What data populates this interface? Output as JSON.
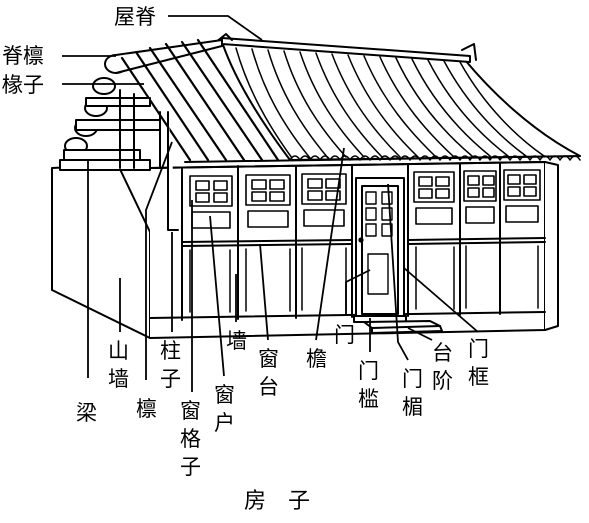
{
  "diagram": {
    "caption": "房　子",
    "labels": {
      "ridge": "屋脊",
      "ridge_purlin": "脊檩",
      "rafter": "椽子",
      "gable_wall": [
        "山",
        "墙"
      ],
      "beam": "梁",
      "pillar": [
        "柱",
        "子"
      ],
      "purlin": "檩",
      "window_lattice": [
        "窗",
        "格",
        "子"
      ],
      "wall": "墙",
      "window": [
        "窗",
        "户"
      ],
      "windowsill": [
        "窗",
        "台"
      ],
      "eave": "檐",
      "door": "门",
      "threshold": [
        "门",
        "槛"
      ],
      "lintel": [
        "门",
        "楣"
      ],
      "steps": [
        "台",
        "阶"
      ],
      "door_frame": [
        "门",
        "框"
      ]
    },
    "line_color": "#000000",
    "background": "#ffffff"
  }
}
